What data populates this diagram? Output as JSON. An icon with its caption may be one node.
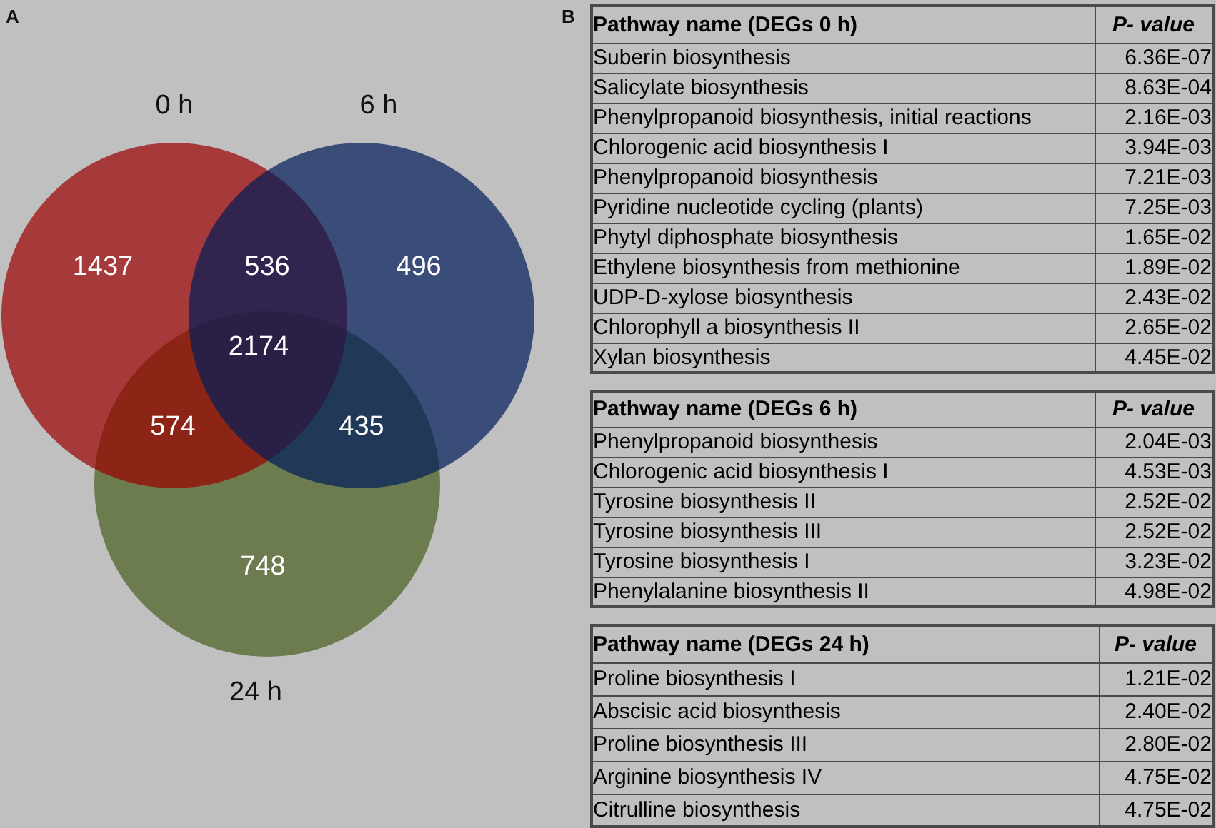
{
  "diagram": {
    "nodes": [
      {
        "text": [
          "0 h"
        ]
      },
      {
        "text": [
          "6 h"
        ]
      },
      {
        "text": [
          "24 h"
        ]
      }
    ],
    "labels": [
      "A",
      "1437",
      "536",
      "496",
      "2174",
      "574",
      "435",
      "748",
      "B",
      "Pathway name (DEGs 0 h)",
      "P- value",
      "Suberin biosynthesis",
      "6.36E-07",
      "Salicylate biosynthesis",
      "8.63E-04",
      "Phenylpropanoid biosynthesis, initial reactions",
      "2.16E-03",
      "Chlorogenic acid biosynthesis I",
      "3.94E-03",
      "Phenylpropanoid biosynthesis",
      "7.21E-03",
      "Pyridine nucleotide cycling (plants)",
      "7.25E-03",
      "Phytyl diphosphate biosynthesis",
      "1.65E-02",
      "Ethylene biosynthesis from methionine",
      "1.89E-02",
      "UDP-D-xylose biosynthesis",
      "2.43E-02",
      "Chlorophyll a biosynthesis II",
      "2.65E-02",
      "Xylan biosynthesis",
      "4.45E-02",
      "Pathway name (DEGs 6 h)",
      "P- value",
      "Phenylpropanoid biosynthesis",
      "2.04E-03",
      "Chlorogenic acid biosynthesis I",
      "4.53E-03",
      "Tyrosine biosynthesis II",
      "2.52E-02",
      "Tyrosine biosynthesis III",
      "2.52E-02",
      "Tyrosine biosynthesis I",
      "3.23E-02",
      "Phenylalanine biosynthesis II",
      "4.98E-02",
      "Pathway name (DEGs 24 h)",
      "P- value",
      "Proline biosynthesis I",
      "1.21E-02",
      "Abscisic acid biosynthesis",
      "2.40E-02",
      "Proline biosynthesis III",
      "2.80E-02",
      "Arginine biosynthesis IV",
      "4.75E-02",
      "Citrulline biosynthesis",
      "4.75E-02"
    ]
  }
}
